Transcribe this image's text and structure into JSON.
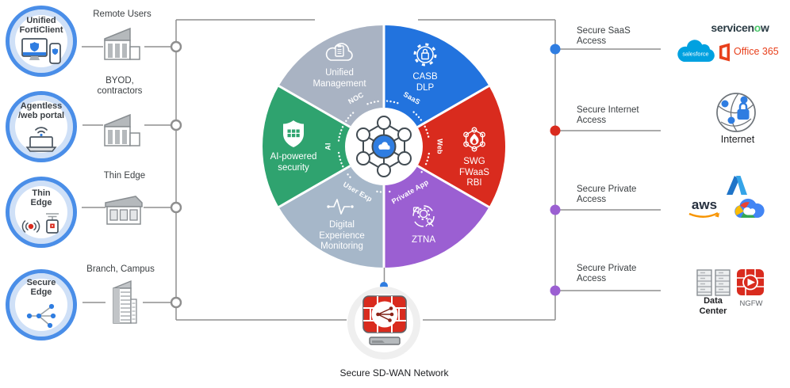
{
  "palette": {
    "line_gray": "#8f8f8f",
    "accent_blue": "#2f7de1",
    "forti_red": "#d92b1e",
    "purple": "#9b5fd2",
    "green": "#2fa36f",
    "gray_management": "#a9b3c3",
    "gray_dem": "#a6b7c9",
    "ring_blue": "#4a8ee8"
  },
  "left_nodes": [
    {
      "title_lines": [
        "Unified",
        "FortiClient"
      ],
      "site_lines": [
        "Remote Users"
      ]
    },
    {
      "title_lines": [
        "Agentless",
        "/web portal"
      ],
      "site_lines": [
        "BYOD,",
        "contractors"
      ]
    },
    {
      "title_lines": [
        "Thin",
        "Edge"
      ],
      "site_lines": [
        "Thin Edge"
      ]
    },
    {
      "title_lines": [
        "Secure",
        "Edge"
      ],
      "site_lines": [
        "Branch, Campus"
      ]
    }
  ],
  "wheel": {
    "segments": [
      {
        "id": "unified-management",
        "label_lines": [
          "Unified",
          "Management"
        ],
        "ring_label": "NOC",
        "color": "#a9b3c3"
      },
      {
        "id": "casb-dlp",
        "label_lines": [
          "CASB",
          "DLP"
        ],
        "ring_label": "SaaS",
        "color": "#2273de"
      },
      {
        "id": "swg-fwaas-rbi",
        "label_lines": [
          "SWG",
          "FWaaS",
          "RBI"
        ],
        "ring_label": "Web",
        "color": "#d92b1e"
      },
      {
        "id": "ztna",
        "label_lines": [
          "ZTNA"
        ],
        "ring_label": "Private App",
        "color": "#9b5fd2"
      },
      {
        "id": "digital-experience-monitoring",
        "label_lines": [
          "Digital",
          "Experience",
          "Monitoring"
        ],
        "ring_label": "User Exp",
        "color": "#a6b7c9"
      },
      {
        "id": "ai-powered-security",
        "label_lines": [
          "AI-powered",
          "security"
        ],
        "ring_label": "AI",
        "color": "#2fa36f"
      }
    ]
  },
  "sdwan": {
    "label": "Secure SD-WAN Network"
  },
  "right_links": [
    {
      "label_lines": [
        "Secure SaaS",
        "Access"
      ],
      "dot_color": "#2f7de1"
    },
    {
      "label_lines": [
        "Secure Internet",
        "Access"
      ],
      "dot_color": "#d92b1e"
    },
    {
      "label_lines": [
        "Secure Private",
        "Access"
      ],
      "dot_color": "#9b5fd2"
    },
    {
      "label_lines": [
        "Secure Private",
        "Access"
      ],
      "dot_color": "#9b5fd2"
    }
  ],
  "logos": {
    "servicenow": {
      "prefix": "servicen",
      "accent": "o",
      "suffix": "w"
    },
    "salesforce": {
      "text": "salesforce"
    },
    "office365": {
      "text": "Office 365"
    },
    "internet": {
      "label": "Internet"
    },
    "aws": {
      "text": "aws"
    },
    "datacenter": {
      "label_lines": [
        "Data",
        "Center"
      ]
    },
    "ngfw": {
      "label": "NGFW"
    }
  }
}
